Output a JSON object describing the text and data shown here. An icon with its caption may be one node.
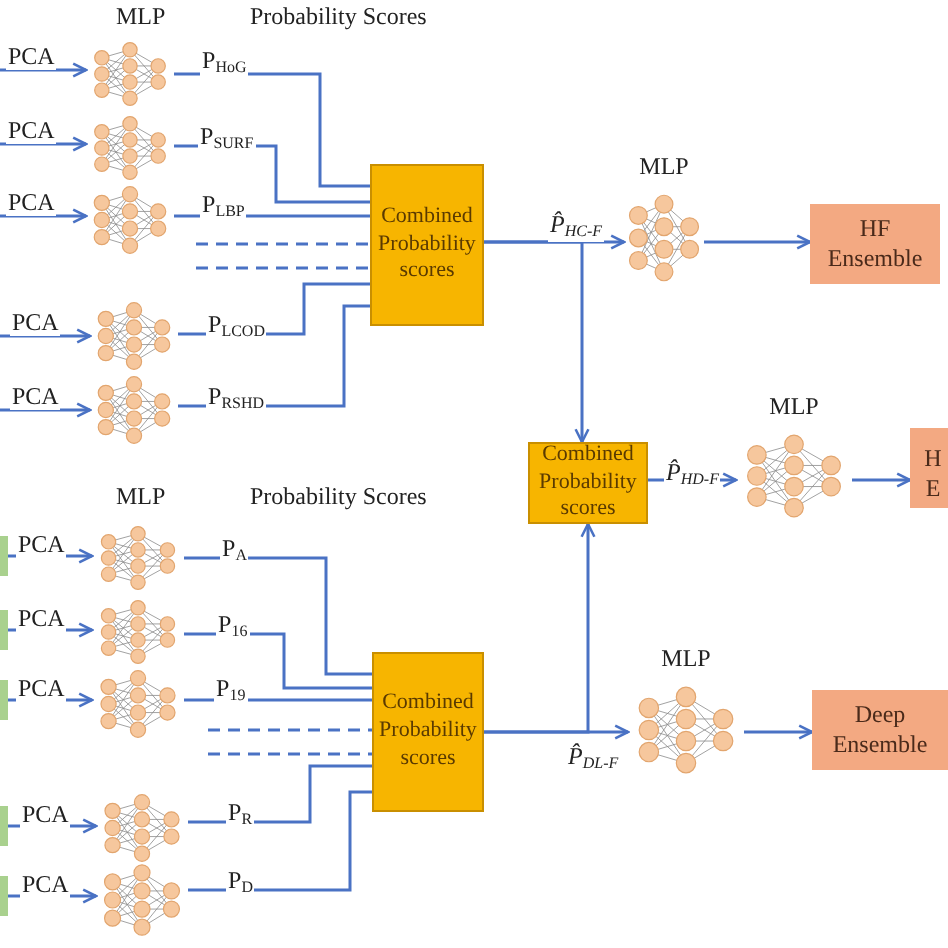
{
  "diagram": {
    "nodes": [
      {
        "text": [],
        "shape": "picture"
      },
      {
        "text": [],
        "shape": "picture"
      },
      {
        "text": [],
        "shape": "picture"
      },
      {
        "text": [],
        "shape": "picture"
      },
      {
        "text": [],
        "shape": "picture"
      },
      {
        "text": [
          "Combined Probability scores"
        ]
      },
      {
        "text": [
          "MLP"
        ]
      },
      {
        "text": [
          "HF Ensemble"
        ]
      },
      {
        "text": [
          "Combined Probability scores"
        ]
      },
      {
        "text": [
          "MLP"
        ]
      },
      {
        "text": [
          "H E"
        ]
      },
      {
        "text": [],
        "shape": "box"
      },
      {
        "text": [],
        "shape": "box"
      },
      {
        "text": [],
        "shape": "box"
      },
      {
        "text": [],
        "shape": "box"
      },
      {
        "text": [],
        "shape": "box"
      },
      {
        "text": [],
        "shape": "picture"
      },
      {
        "text": [],
        "shape": "picture"
      },
      {
        "text": [],
        "shape": "picture"
      },
      {
        "text": [],
        "shape": "picture"
      },
      {
        "text": [],
        "shape": "picture"
      },
      {
        "text": [
          "Combined Probability scores"
        ]
      },
      {
        "text": [
          "MLP"
        ]
      },
      {
        "text": [
          "Deep Ensemble"
        ]
      }
    ],
    "edges": [
      {
        "from": null,
        "to": 0,
        "arrow": "to",
        "label": "PCA"
      },
      {
        "from": null,
        "to": 1,
        "arrow": "to",
        "label": "PCA"
      },
      {
        "from": null,
        "to": 2,
        "arrow": "to",
        "label": "PCA"
      },
      {
        "from": null,
        "to": 3,
        "arrow": "to",
        "label": "PCA"
      },
      {
        "from": null,
        "to": 4,
        "arrow": "to",
        "label": "PCA"
      },
      {
        "from": 0,
        "to": 5,
        "arrow": "none",
        "label": "P$_{HoG}$"
      },
      {
        "from": 1,
        "to": 5,
        "arrow": "none",
        "label": "P$_{SURF}$"
      },
      {
        "from": 2,
        "to": 5,
        "arrow": "none",
        "label": "P$_{LBP}$"
      },
      {
        "from": 3,
        "to": 5,
        "arrow": "none",
        "label": "P$_{LCOD}$"
      },
      {
        "from": 4,
        "to": 5,
        "arrow": "none",
        "label": "P$_{RSHD}$"
      },
      {
        "from": null,
        "to": 5,
        "arrow": "none",
        "style": "dashed"
      },
      {
        "from": null,
        "to": 5,
        "arrow": "none",
        "style": "dashed"
      },
      {
        "from": 5,
        "to": 6,
        "arrow": "to",
        "label": "P̂$_{HC-F}$"
      },
      {
        "from": 5,
        "to": 8,
        "arrow": "to"
      },
      {
        "from": 6,
        "to": 7,
        "arrow": "to"
      },
      {
        "from": 8,
        "to": 9,
        "arrow": "to",
        "label": "P̂$_{HD-F}$"
      },
      {
        "from": 9,
        "to": 10,
        "arrow": "to"
      },
      {
        "from": 11,
        "to": 16,
        "arrow": "to",
        "label": "PCA"
      },
      {
        "from": 12,
        "to": 17,
        "arrow": "to",
        "label": "PCA"
      },
      {
        "from": 13,
        "to": 18,
        "arrow": "to",
        "label": "PCA"
      },
      {
        "from": 14,
        "to": 19,
        "arrow": "to",
        "label": "PCA"
      },
      {
        "from": 15,
        "to": 20,
        "arrow": "to",
        "label": "PCA"
      },
      {
        "from": 16,
        "to": 21,
        "arrow": "none",
        "label": "P$_{A}$"
      },
      {
        "from": 17,
        "to": 21,
        "arrow": "none",
        "label": "P$_{16}$"
      },
      {
        "from": 18,
        "to": 21,
        "arrow": "none",
        "label": "P$_{19}$"
      },
      {
        "from": 19,
        "to": 21,
        "arrow": "none",
        "label": "P$_{R}$"
      },
      {
        "from": 20,
        "to": 21,
        "arrow": "none",
        "label": "P$_{D}$"
      },
      {
        "from": null,
        "to": 21,
        "arrow": "none",
        "style": "dashed"
      },
      {
        "from": null,
        "to": 21,
        "arrow": "none",
        "style": "dashed"
      },
      {
        "from": 21,
        "to": 22,
        "arrow": "to",
        "label": "P̂$_{DL-F}$"
      },
      {
        "from": 21,
        "to": 8,
        "arrow": "to"
      },
      {
        "from": 22,
        "to": 23,
        "arrow": "to"
      }
    ],
    "labels": [
      "MLP",
      "Probability Scores",
      "MLP",
      "Probability Scores"
    ]
  }
}
